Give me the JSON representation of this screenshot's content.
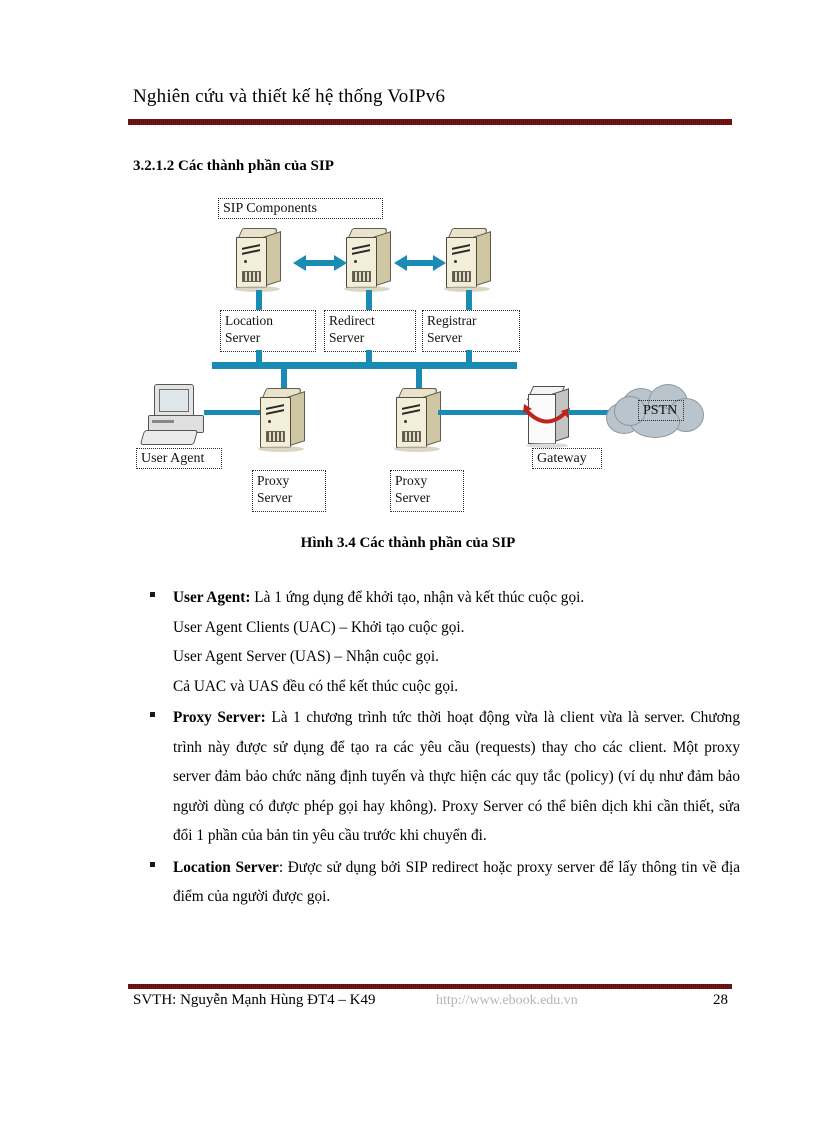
{
  "header": {
    "title": "Nghiên cứu và thiết kế hệ thống VoIPv6",
    "rule_color": "#7a1616"
  },
  "section": {
    "heading": "3.2.1.2 Các thành phần của SIP"
  },
  "figure": {
    "title_box": "SIP Components",
    "caption": "Hình 3.4 Các thành phần của SIP",
    "wire_color": "#1a8cb4",
    "arrow_color": "#1a8cb4",
    "gateway_arrow_color": "#c0221c",
    "nodes": {
      "location_server": "Location\nServer",
      "redirect_server": "Redirect\nServer",
      "registrar_server": "Registrar\nServer",
      "user_agent": "User Agent",
      "proxy_server_left": "Proxy\nServer",
      "proxy_server_right": "Proxy\nServer",
      "gateway": "Gateway",
      "pstn": "PSTN"
    }
  },
  "content": {
    "items": [
      {
        "term": "User Agent:",
        "text": " Là 1 ứng dụng để khởi tạo, nhận và kết thúc cuộc gọi.",
        "extra_lines": [
          "User Agent Clients (UAC) – Khởi tạo cuộc gọi.",
          "User Agent Server (UAS) – Nhận cuộc gọi.",
          "Cả UAC và UAS đều có thể kết thúc cuộc gọi."
        ]
      },
      {
        "term": "Proxy Server:",
        "text": " Là 1 chương trình tức thời hoạt động vừa là client vừa là server. Chương trình này được sử dụng để tạo ra các yêu cầu (requests) thay cho các client. Một proxy server đảm bảo chức năng định tuyến và thực hiện các quy tắc (policy) (ví dụ như đảm bảo người dùng có được phép gọi hay không). Proxy Server có thể biên dịch khi cần thiết, sửa đổi 1 phần của bản tin yêu cầu trước khi chuyển đi.",
        "extra_lines": []
      },
      {
        "term": "Location Server",
        "text": ": Được sử dụng bởi SIP redirect hoặc proxy server để lấy thông tin về địa điểm của người được gọi.",
        "extra_lines": []
      }
    ]
  },
  "footer": {
    "left": "SVTH: Nguyễn Mạnh Hùng ĐT4 – K49",
    "url": "http://www.ebook.edu.vn",
    "page": "28"
  }
}
